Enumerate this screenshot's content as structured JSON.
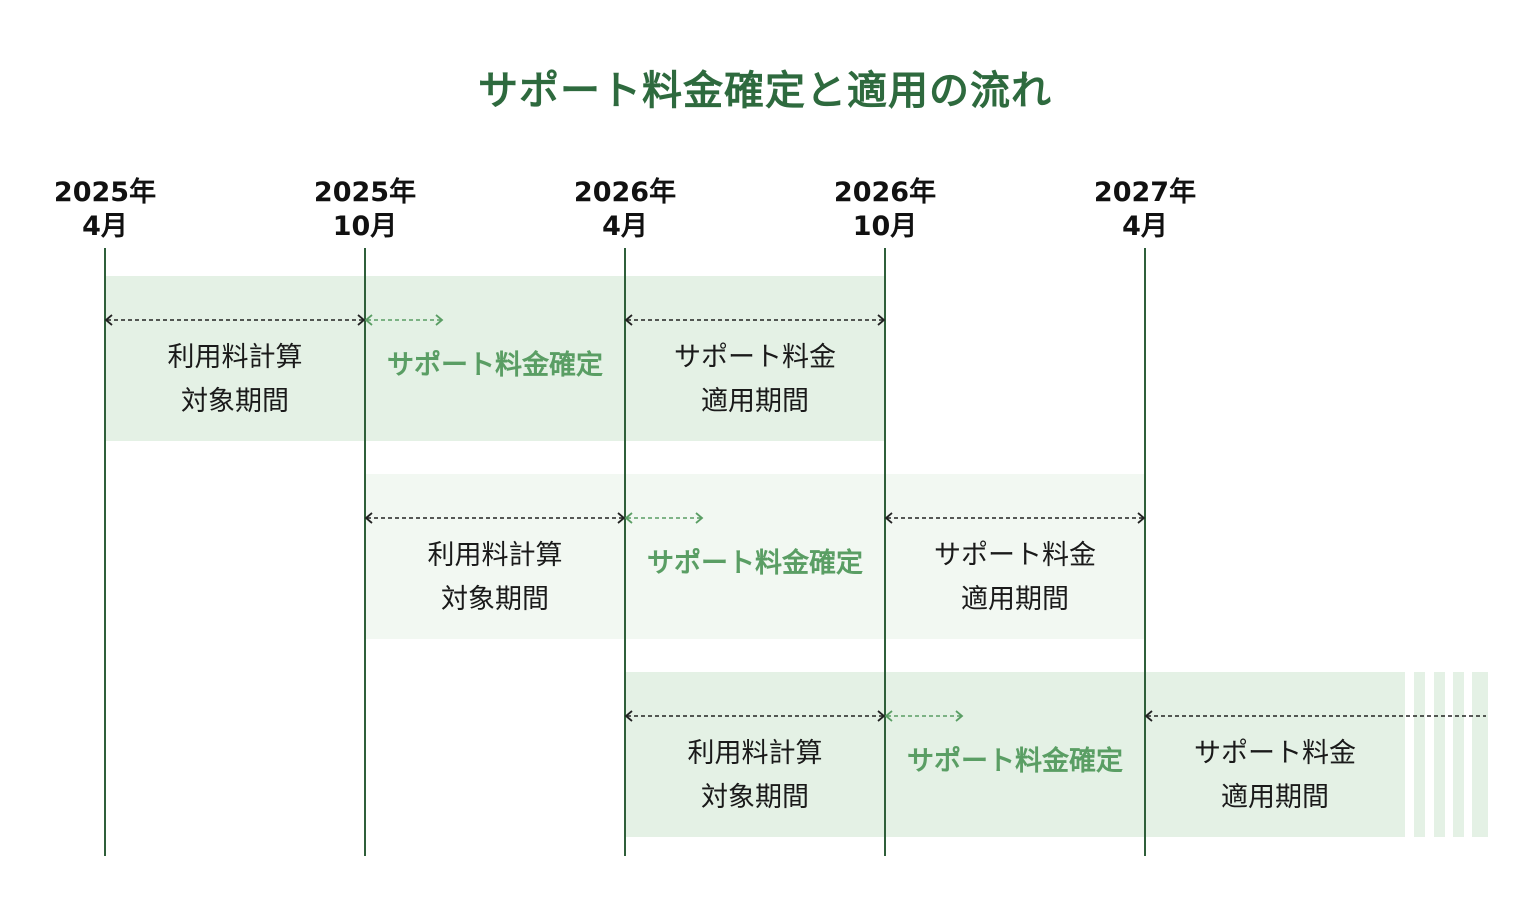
{
  "title": "サポート料金確定と適用の流れ",
  "timeline": [
    {
      "year": "2025年",
      "month": "4月"
    },
    {
      "year": "2025年",
      "month": "10月"
    },
    {
      "year": "2026年",
      "month": "4月"
    },
    {
      "year": "2026年",
      "month": "10月"
    },
    {
      "year": "2027年",
      "month": "4月"
    }
  ],
  "rows": [
    {
      "start_index": 0,
      "band_color": "#e4f1e5",
      "continues": false,
      "calc_label": [
        "利用料計算",
        "対象期間"
      ],
      "confirm_label": "サポート料金確定",
      "apply_label": [
        "サポート料金",
        "適用期間"
      ]
    },
    {
      "start_index": 1,
      "band_color": "#f2f8f2",
      "continues": false,
      "calc_label": [
        "利用料計算",
        "対象期間"
      ],
      "confirm_label": "サポート料金確定",
      "apply_label": [
        "サポート料金",
        "適用期間"
      ]
    },
    {
      "start_index": 2,
      "band_color": "#e4f1e5",
      "continues": true,
      "calc_label": [
        "利用料計算",
        "対象期間"
      ],
      "confirm_label": "サポート料金確定",
      "apply_label": [
        "サポート料金",
        "適用期間"
      ]
    }
  ],
  "colors": {
    "title": "#2e6a3e",
    "line": "#2f5f3a",
    "confirm": "#5a9e64",
    "arrow": "#222222"
  }
}
